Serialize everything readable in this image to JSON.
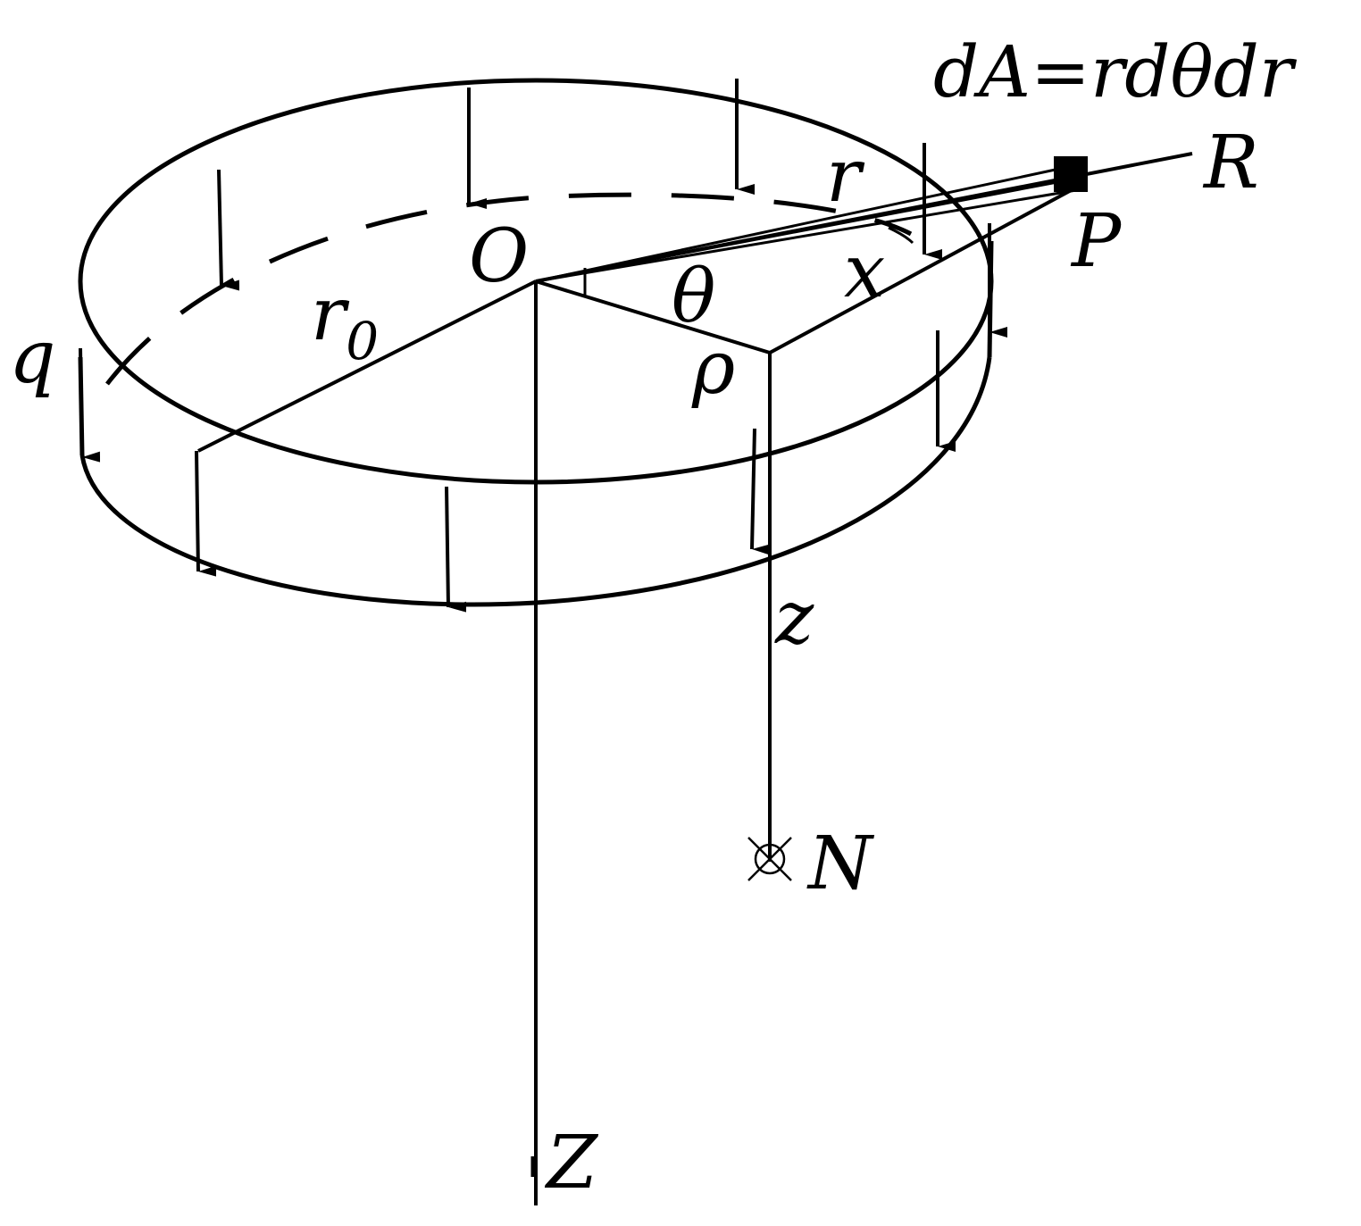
{
  "labels": {
    "formula": "dA=rdθdr",
    "R": "R",
    "P": "P",
    "r": "r",
    "O": "O",
    "theta": "θ",
    "x": "x",
    "r0_base": "r",
    "r0_sub": "0",
    "q": "q",
    "rho": "ρ",
    "z": "z",
    "N": "N",
    "Z": "Z"
  },
  "colors": {
    "ink": "#000000",
    "background": "#ffffff"
  }
}
